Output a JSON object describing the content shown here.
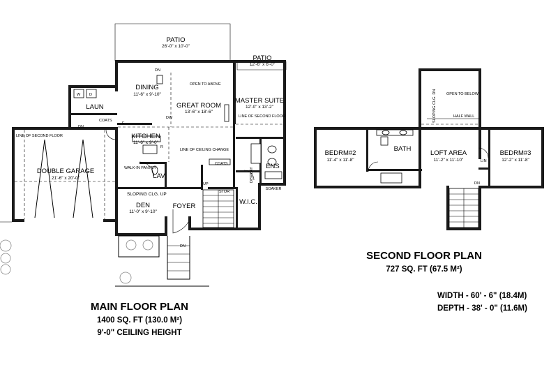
{
  "main_floor": {
    "title": "MAIN FLOOR PLAN",
    "area": "1400 SQ. FT (130.0 M²)",
    "ceiling": "9'-0\" CEILING HEIGHT",
    "rooms": {
      "patio": {
        "name": "PATIO",
        "dim": "26'-0\" x 10'-0\""
      },
      "patio_small": {
        "name": "PATIO",
        "dim": "12'-6\" x 6'-0\""
      },
      "dining": {
        "name": "DINING",
        "dim": "11'-6\" x 9'-10\""
      },
      "great_room": {
        "name": "GREAT ROOM",
        "dim": "13'-6\" x 18'-6\""
      },
      "master_suite": {
        "name": "MASTER SUITE",
        "dim": "12'-0\" x 13'-2\""
      },
      "laun": {
        "name": "LAUN"
      },
      "kitchen": {
        "name": "KITCHEN",
        "dim": "11'-6\" x 9'-0\""
      },
      "double_garage": {
        "name": "DOUBLE GARAGE",
        "dim": "21'-6\" x 20'-0\""
      },
      "lav": {
        "name": "LAV"
      },
      "ens": {
        "name": "ENS"
      },
      "den": {
        "name": "DEN",
        "dim": "11'-0\" x 9'-10\""
      },
      "foyer": {
        "name": "FOYER"
      },
      "wic": {
        "name": "W.I.C."
      }
    },
    "notes": {
      "open_above": "OPEN TO ABOVE",
      "line_second_floor": "LINE OF SECOND FLOOR",
      "line_second_floor_garage": "LINE OF SECOND FLOOR",
      "line_ceiling_change": "LINE OF CEILING CHANGE",
      "walkin_pantry": "WALK-IN PANTRY",
      "sloping_clg": "SLOPING CLG. UP",
      "coats": "COATS",
      "coats2": "COATS",
      "stor": "STOR",
      "display": "DISPLAY",
      "soaker": "SOAKER",
      "dn1": "DN",
      "dn2": "DN",
      "dn3": "DN",
      "up": "UP",
      "dw": "DW",
      "w": "W",
      "d": "D",
      "f": "F",
      "r": "R"
    }
  },
  "second_floor": {
    "title": "SECOND FLOOR PLAN",
    "area": "727 SQ. FT (67.5 M²)",
    "rooms": {
      "bedrm2": {
        "name": "BEDRM#2",
        "dim": "11'-4\" x 11'-8\""
      },
      "bath": {
        "name": "BATH"
      },
      "loft": {
        "name": "LOFT AREA",
        "dim": "11'-2\" x 11'-10\""
      },
      "bedrm3": {
        "name": "BEDRM#3",
        "dim": "12'-2\" x 11'-8\""
      },
      "lin": {
        "name": "LIN"
      }
    },
    "notes": {
      "open_below": "OPEN TO BELOW",
      "sloping_clg": "SLOPING CLG. DN",
      "half_wall": "HALF WALL",
      "dn": "DN"
    }
  },
  "dimensions": {
    "width": "WIDTH - 60' - 6\" (18.4M)",
    "depth": "DEPTH - 38' - 0\" (11.6M)"
  }
}
